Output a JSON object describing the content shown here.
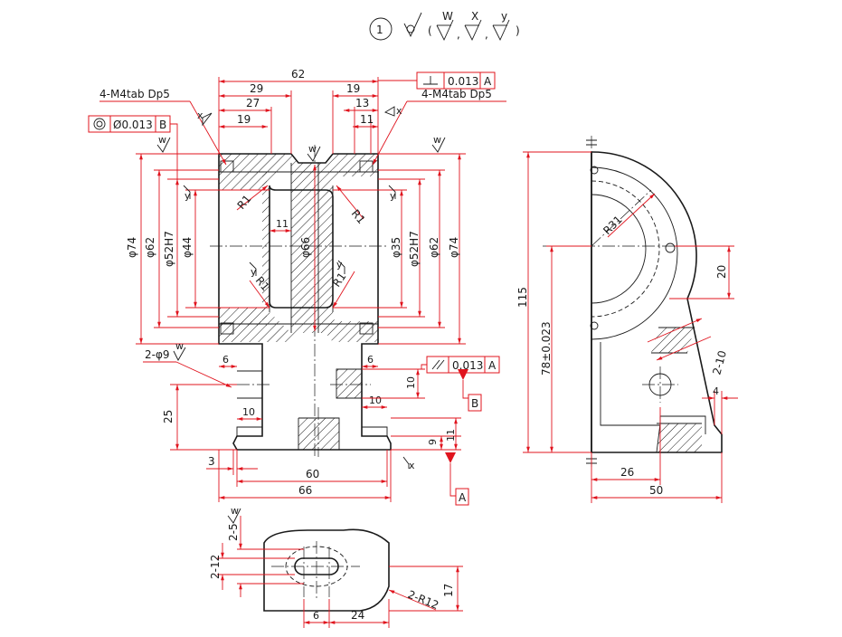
{
  "header": {
    "circle_number": "1",
    "roughness_letters": [
      "W",
      "X",
      "y"
    ]
  },
  "symbols": {
    "w": "w",
    "x": "x",
    "y": "y"
  },
  "callouts": {
    "tap_left": "4-M4tab Dp5",
    "tap_right": "4-M4tab Dp5",
    "hole_9": "2-φ9",
    "slot_2_5": "2-5",
    "slot_2_12": "2-12",
    "radius_2_r12": "2-R12",
    "rib_2_10": "2-10"
  },
  "tolerances": {
    "perp_value": "0.013",
    "perp_ref": "A",
    "conc_value": "Ø0.013",
    "conc_ref": "B",
    "par_value": "0.013",
    "par_ref": "A"
  },
  "datums": {
    "a": "A",
    "b": "B"
  },
  "dims_front": {
    "d62": "62",
    "d29": "29",
    "d27": "27",
    "d19a": "19",
    "d19b": "19",
    "d13": "13",
    "d11a": "11",
    "phi74a": "φ74",
    "phi62a": "φ62",
    "phi52a": "φ52H7",
    "phi44": "φ44",
    "phi66": "φ66",
    "phi35": "φ35",
    "phi52b": "φ52H7",
    "phi62b": "φ62",
    "phi74b": "φ74",
    "r1a": "R1",
    "r1b": "R1",
    "r1c": "R1",
    "r1d": "R1",
    "d11b": "11",
    "d6a": "6",
    "d6b": "6",
    "d10a": "10",
    "d10b": "10",
    "d10c": "10",
    "d25": "25",
    "d9": "9",
    "d11c": "11",
    "d3": "3",
    "d60": "60",
    "d66": "66"
  },
  "dims_side": {
    "d115": "115",
    "d78": "78±0.023",
    "d20": "20",
    "r31": "R31",
    "d4": "4",
    "d26": "26",
    "d50": "50"
  },
  "dims_bottom": {
    "d6": "6",
    "d24": "24",
    "d17": "17"
  }
}
